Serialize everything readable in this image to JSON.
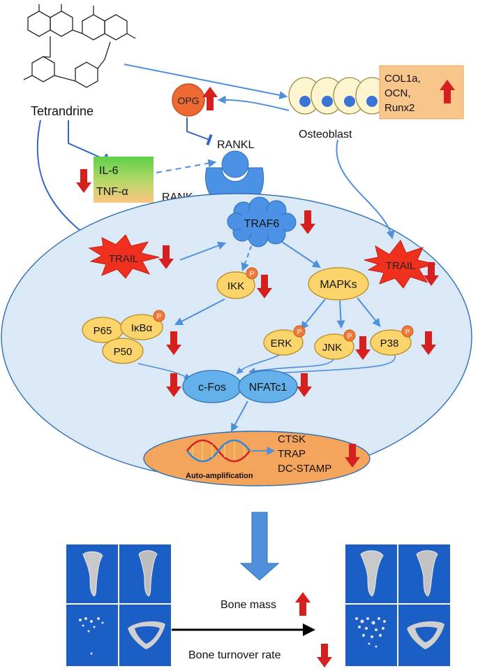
{
  "compound": "Tetrandrine",
  "labels": {
    "opg": "OPG",
    "rankl": "RANKL",
    "rank": "RANK",
    "osteoblast": "Osteoblast",
    "il6": "IL-6",
    "tnf": "TNF-α",
    "traf6": "TRAF6",
    "trail_left": "TRAIL",
    "trail_right": "TRAIL",
    "ikk": "IKK",
    "mapks": "MAPKs",
    "p65": "P65",
    "ikba": "IκBα",
    "p50": "P50",
    "erk": "ERK",
    "jnk": "JNK",
    "p38": "P38",
    "cfos": "c-Fos",
    "nfatc1": "NFATc1",
    "auto": "Auto-amplification",
    "phospho": "P"
  },
  "osteoblast_genes": [
    "COL1a,",
    "OCN,",
    "Runx2"
  ],
  "target_genes": [
    "CTSK",
    "TRAP",
    "DC-STAMP"
  ],
  "outcomes": {
    "bone_mass": "Bone mass",
    "turnover": "Bone turnover rate"
  },
  "colors": {
    "cell_fill": "#dbe8f6",
    "cell_stroke": "#2f6fb4",
    "arrow_blue": "#4f8fdc",
    "inhibit_blue": "#2f64c8",
    "down_red": "#d62020",
    "node_yellow": "#fbd56b",
    "node_blue": "#62b1ea",
    "star_red": "#f0301e",
    "orange": "#f5a45c",
    "panel_blue": "#1b5fc6"
  }
}
